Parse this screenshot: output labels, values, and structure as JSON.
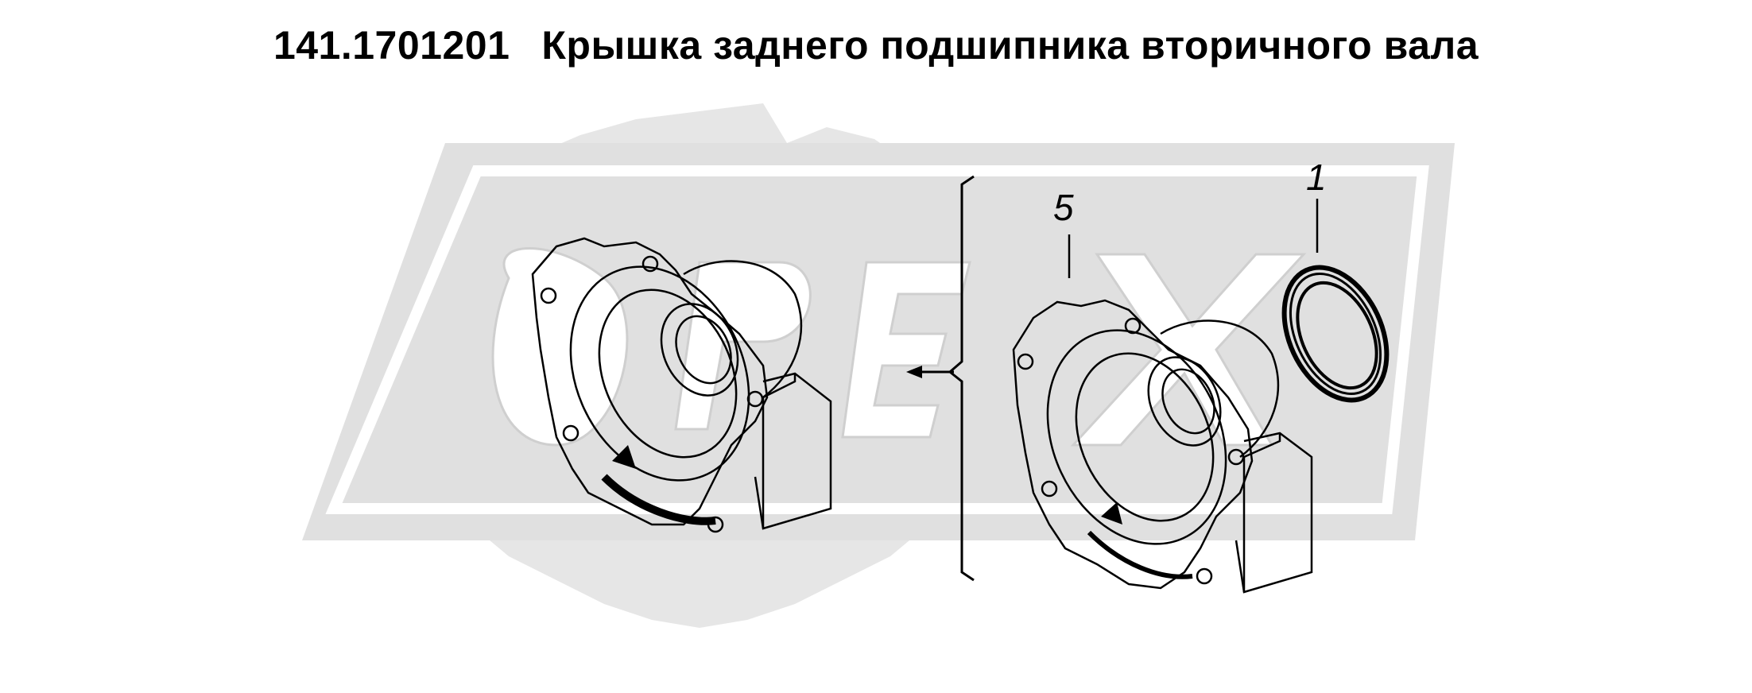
{
  "title": {
    "code": "141.1701201",
    "name": "Крышка заднего подшипника вторичного вала"
  },
  "watermark": {
    "text": "OPEX",
    "color": "#d9d9d9"
  },
  "callouts": [
    {
      "id": "5",
      "label": "5"
    },
    {
      "id": "1",
      "label": "1"
    }
  ],
  "colors": {
    "line": "#000000",
    "background": "#ffffff",
    "watermark_light": "#e6e6e6",
    "watermark_dark": "#cfcfcf"
  },
  "icons": [
    "assembled-cover-drawing",
    "cover-drawing",
    "seal-ring-drawing",
    "bracket",
    "arrow"
  ]
}
